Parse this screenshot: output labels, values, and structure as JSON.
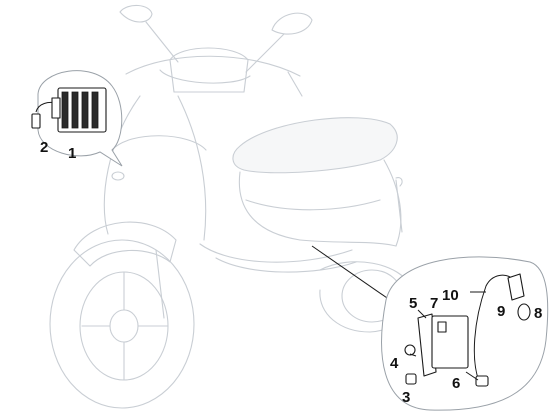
{
  "labels": {
    "p1": "1",
    "p2": "2",
    "p3": "3",
    "p4": "4",
    "p5": "5",
    "p6": "6",
    "p7": "7",
    "p8": "8",
    "p9": "9",
    "p10": "10"
  },
  "colors": {
    "ghost_outline": "#c9ced4",
    "part_outline": "#1a1a1a",
    "callout_border": "#9aa1a8"
  }
}
